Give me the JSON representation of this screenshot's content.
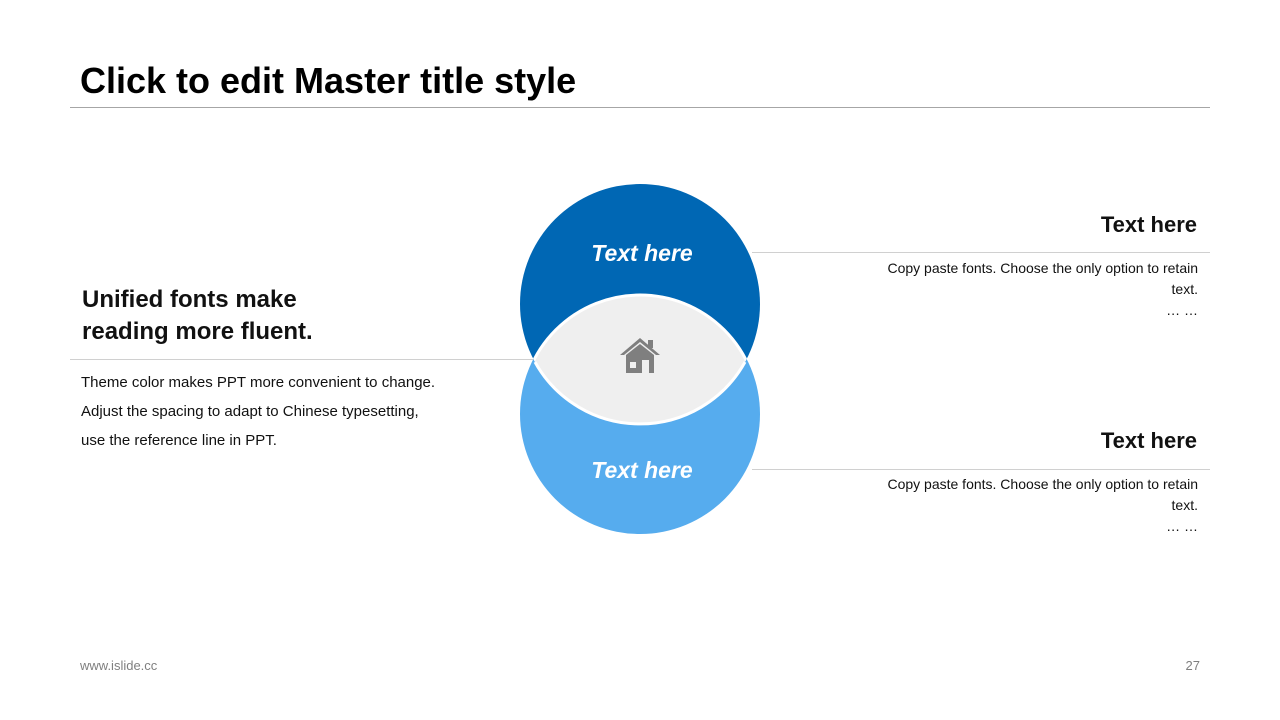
{
  "slide": {
    "title": "Click to edit Master title style",
    "page_number": "27",
    "footer_url": "www.islide.cc"
  },
  "left": {
    "heading_line1": "Unified fonts make",
    "heading_line2": "reading more fluent.",
    "body": [
      "Theme color makes PPT more convenient to change.",
      "Adjust the spacing to adapt to Chinese typesetting,",
      "use the reference line in PPT."
    ]
  },
  "venn": {
    "top_label": "Text here",
    "bottom_label": "Text here",
    "center_icon": "home-icon",
    "colors": {
      "top": "#0067B4",
      "bottom": "#56ACEE",
      "center": "#EFEFEF",
      "icon": "#7F7F7F"
    }
  },
  "right_items": [
    {
      "heading": "Text here",
      "body": "Copy paste fonts. Choose the only option to retain text.",
      "ellipsis": "… …"
    },
    {
      "heading": "Text here",
      "body": "Copy paste fonts. Choose the only option to retain text.",
      "ellipsis": "… …"
    }
  ]
}
